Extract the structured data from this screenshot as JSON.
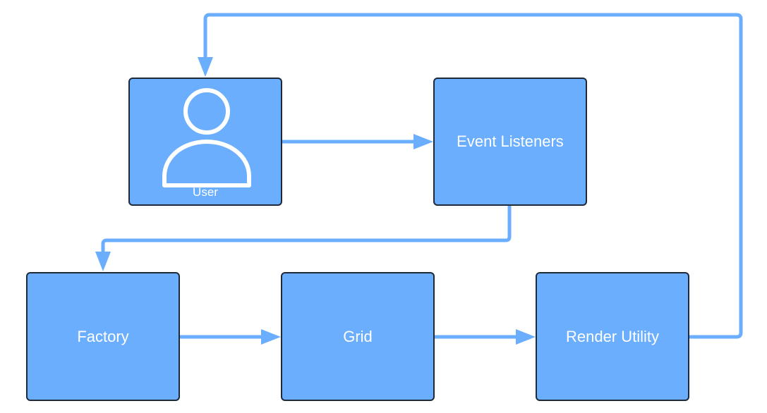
{
  "diagram": {
    "colors": {
      "node_fill": "#6aaefd",
      "node_border": "#1f2a38",
      "connector": "#6aaefd",
      "text": "#ffffff"
    },
    "nodes": {
      "user": {
        "label": "User",
        "icon": "user-icon"
      },
      "event_listeners": {
        "label": "Event Listeners"
      },
      "factory": {
        "label": "Factory"
      },
      "grid": {
        "label": "Grid"
      },
      "render_utility": {
        "label": "Render Utility"
      }
    },
    "connections": [
      {
        "from": "User",
        "to": "Event Listeners"
      },
      {
        "from": "Event Listeners",
        "to": "Factory"
      },
      {
        "from": "Factory",
        "to": "Grid"
      },
      {
        "from": "Grid",
        "to": "Render Utility"
      },
      {
        "from": "Render Utility",
        "to": "User"
      }
    ]
  }
}
